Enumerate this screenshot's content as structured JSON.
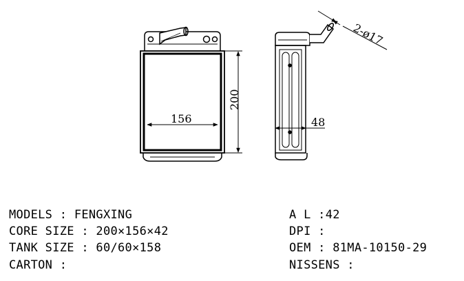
{
  "drawing": {
    "dim_width": "156",
    "dim_height": "200",
    "dim_depth": "48",
    "dim_pipe": "2-ø17"
  },
  "specs_left": [
    {
      "label": "MODELS : ",
      "value": "FENGXING"
    },
    {
      "label": "CORE SIZE : ",
      "value": "200×156×42"
    },
    {
      "label": "TANK SIZE : ",
      "value": "60/60×158"
    },
    {
      "label": "CARTON : ",
      "value": ""
    }
  ],
  "specs_right": [
    {
      "label": "A L :",
      "value": "42"
    },
    {
      "label": "DPI : ",
      "value": ""
    },
    {
      "label": "OEM : ",
      "value": "81MA-10150-29"
    },
    {
      "label": "NISSENS : ",
      "value": ""
    }
  ]
}
